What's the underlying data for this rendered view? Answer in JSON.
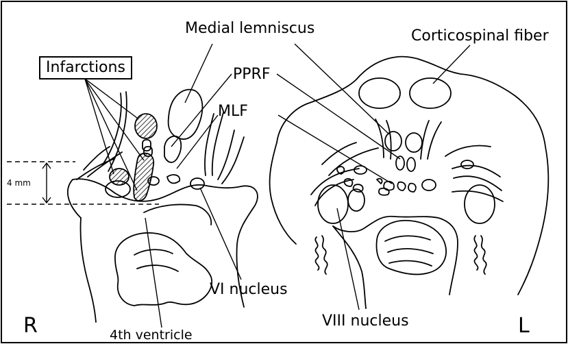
{
  "labels": {
    "infarctions": "Infarctions",
    "medial_lemniscus": "Medial lemniscus",
    "corticospinal_fiber": "Corticospinal fiber",
    "pprf": "PPRF",
    "mlf": "MLF",
    "vi_nucleus": "VI nucleus",
    "viii_nucleus": "VIII nucleus",
    "fourth_ventricle": "4th ventricle",
    "scale": "4 mm",
    "right_side": "R",
    "left_side": "L"
  },
  "colors": {
    "line": "#000000",
    "background": "#ffffff",
    "hatch": "#000000"
  }
}
